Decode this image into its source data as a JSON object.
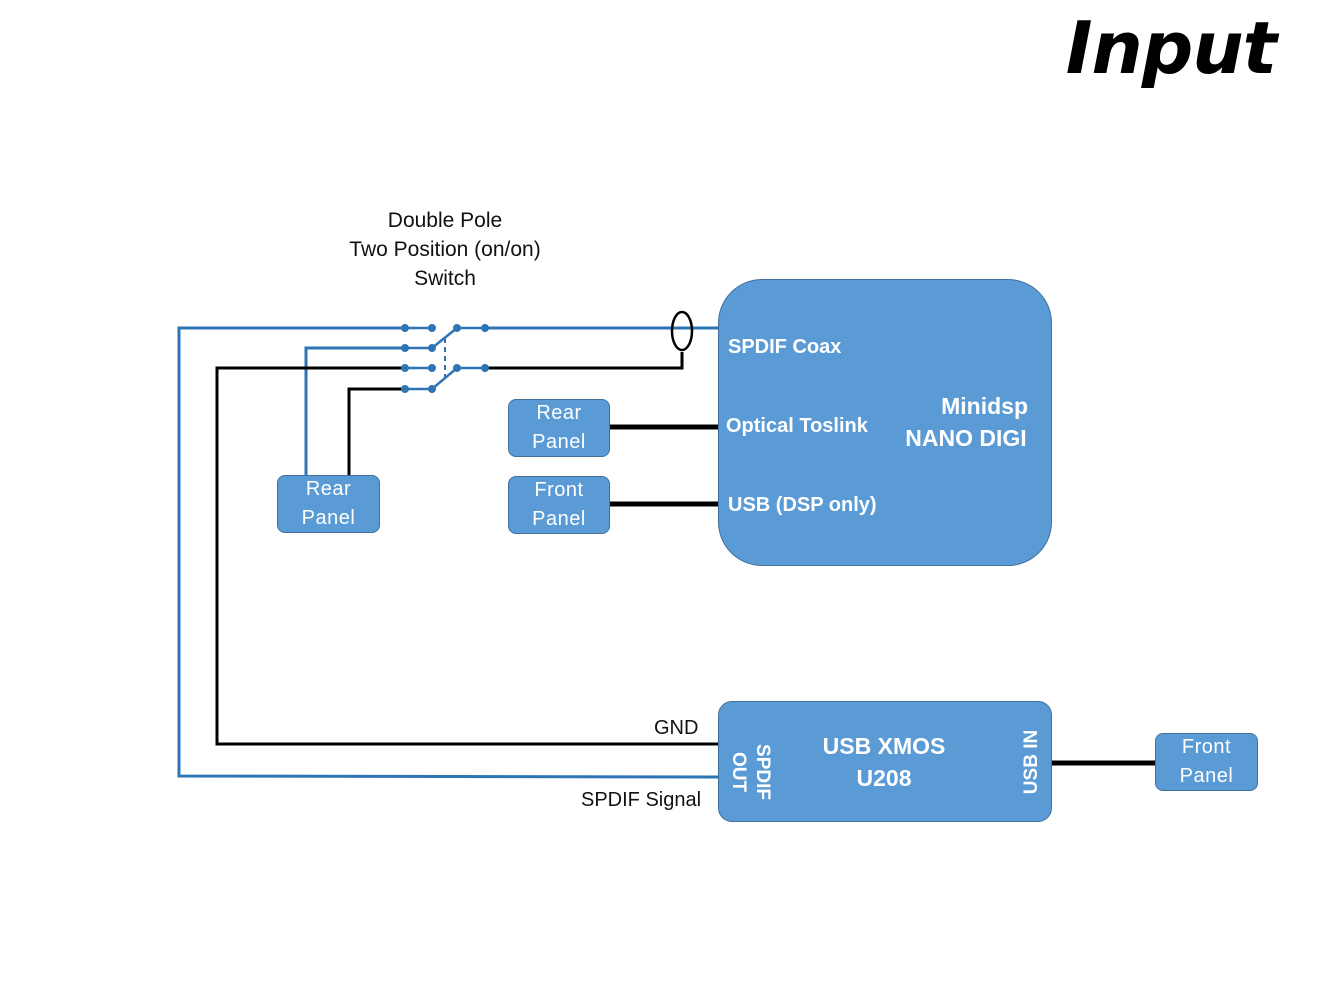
{
  "title": "Input",
  "switch": {
    "label_line1": "Double Pole",
    "label_line2": "Two Position (on/on)",
    "label_line3": "Switch"
  },
  "minidsp": {
    "name_line1": "Minidsp",
    "name_line2": "NANO DIGI",
    "ports": {
      "spdif_coax": "SPDIF Coax",
      "optical": "Optical Toslink",
      "usb": "USB (DSP only)"
    }
  },
  "xmos": {
    "name_line1": "USB XMOS",
    "name_line2": "U208",
    "spdif_out_line1": "SPDIF",
    "spdif_out_line2": "OUT",
    "usb_in": "USB IN"
  },
  "panels": {
    "rear_switch": {
      "line1": "Rear",
      "line2": "Panel"
    },
    "rear_optical": {
      "line1": "Rear",
      "line2": "Panel"
    },
    "front_usb": {
      "line1": "Front",
      "line2": "Panel"
    },
    "front_xmos": {
      "line1": "Front",
      "line2": "Panel"
    }
  },
  "wire_labels": {
    "gnd": "GND",
    "spdif_signal": "SPDIF Signal"
  },
  "colors": {
    "box_fill": "#5b9bd5",
    "box_border": "#41719c",
    "signal_wire": "#2e75b6",
    "ground_wire": "#000000"
  }
}
